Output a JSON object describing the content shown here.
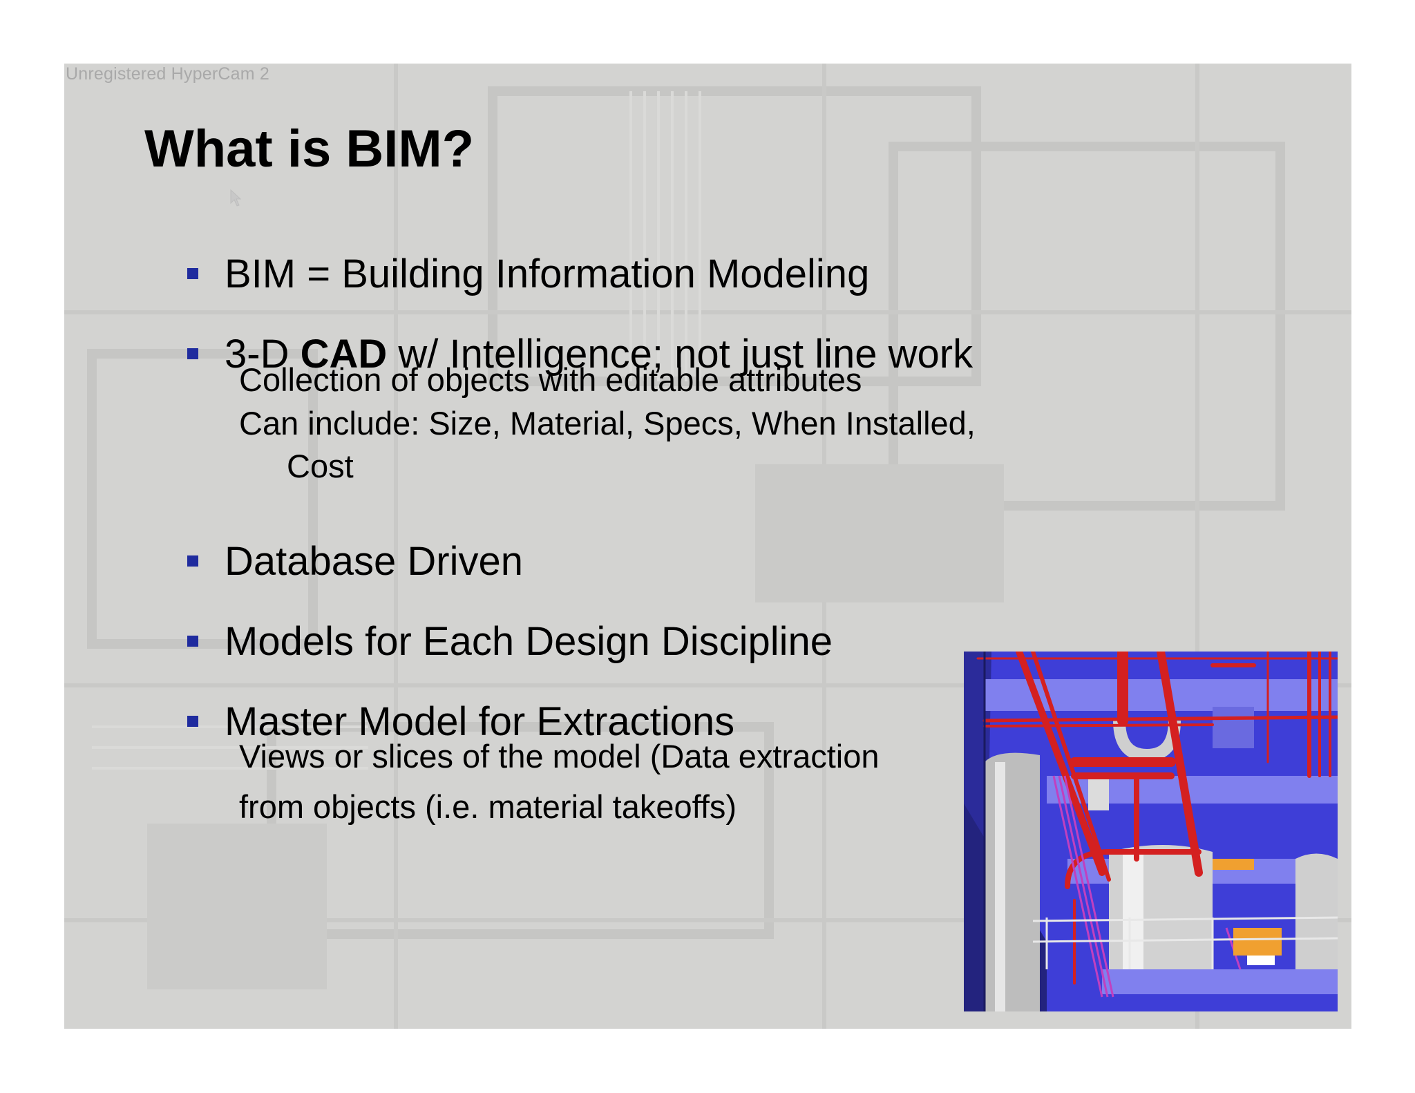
{
  "watermark": "Unregistered HyperCam 2",
  "slide": {
    "title": "What is BIM?",
    "bullets": [
      {
        "text": "BIM = Building Information Modeling"
      },
      {
        "pre": "3-D ",
        "bold": "CAD",
        "post": " w/ Intelligence; not just line work"
      },
      {
        "text": "Database Driven"
      },
      {
        "text": "Models for Each Design Discipline"
      },
      {
        "text": "Master Model for Extractions"
      }
    ],
    "sub_items": [
      "Collection of objects with editable attributes",
      "Can include: Size, Material, Specs, When Installed,",
      "Cost",
      "Views or slices of the model (Data extraction",
      "from objects (i.e. material takeoffs)"
    ]
  },
  "colors": {
    "slide_bg": "#d3d3d1",
    "bullet": "#1f2b9e",
    "model_blue": "#3e3ed7",
    "model_pipe_red": "#d42020",
    "model_column_gray": "#c8c8c8"
  },
  "image": {
    "semantic": "bim-3d-model-render-icon"
  }
}
